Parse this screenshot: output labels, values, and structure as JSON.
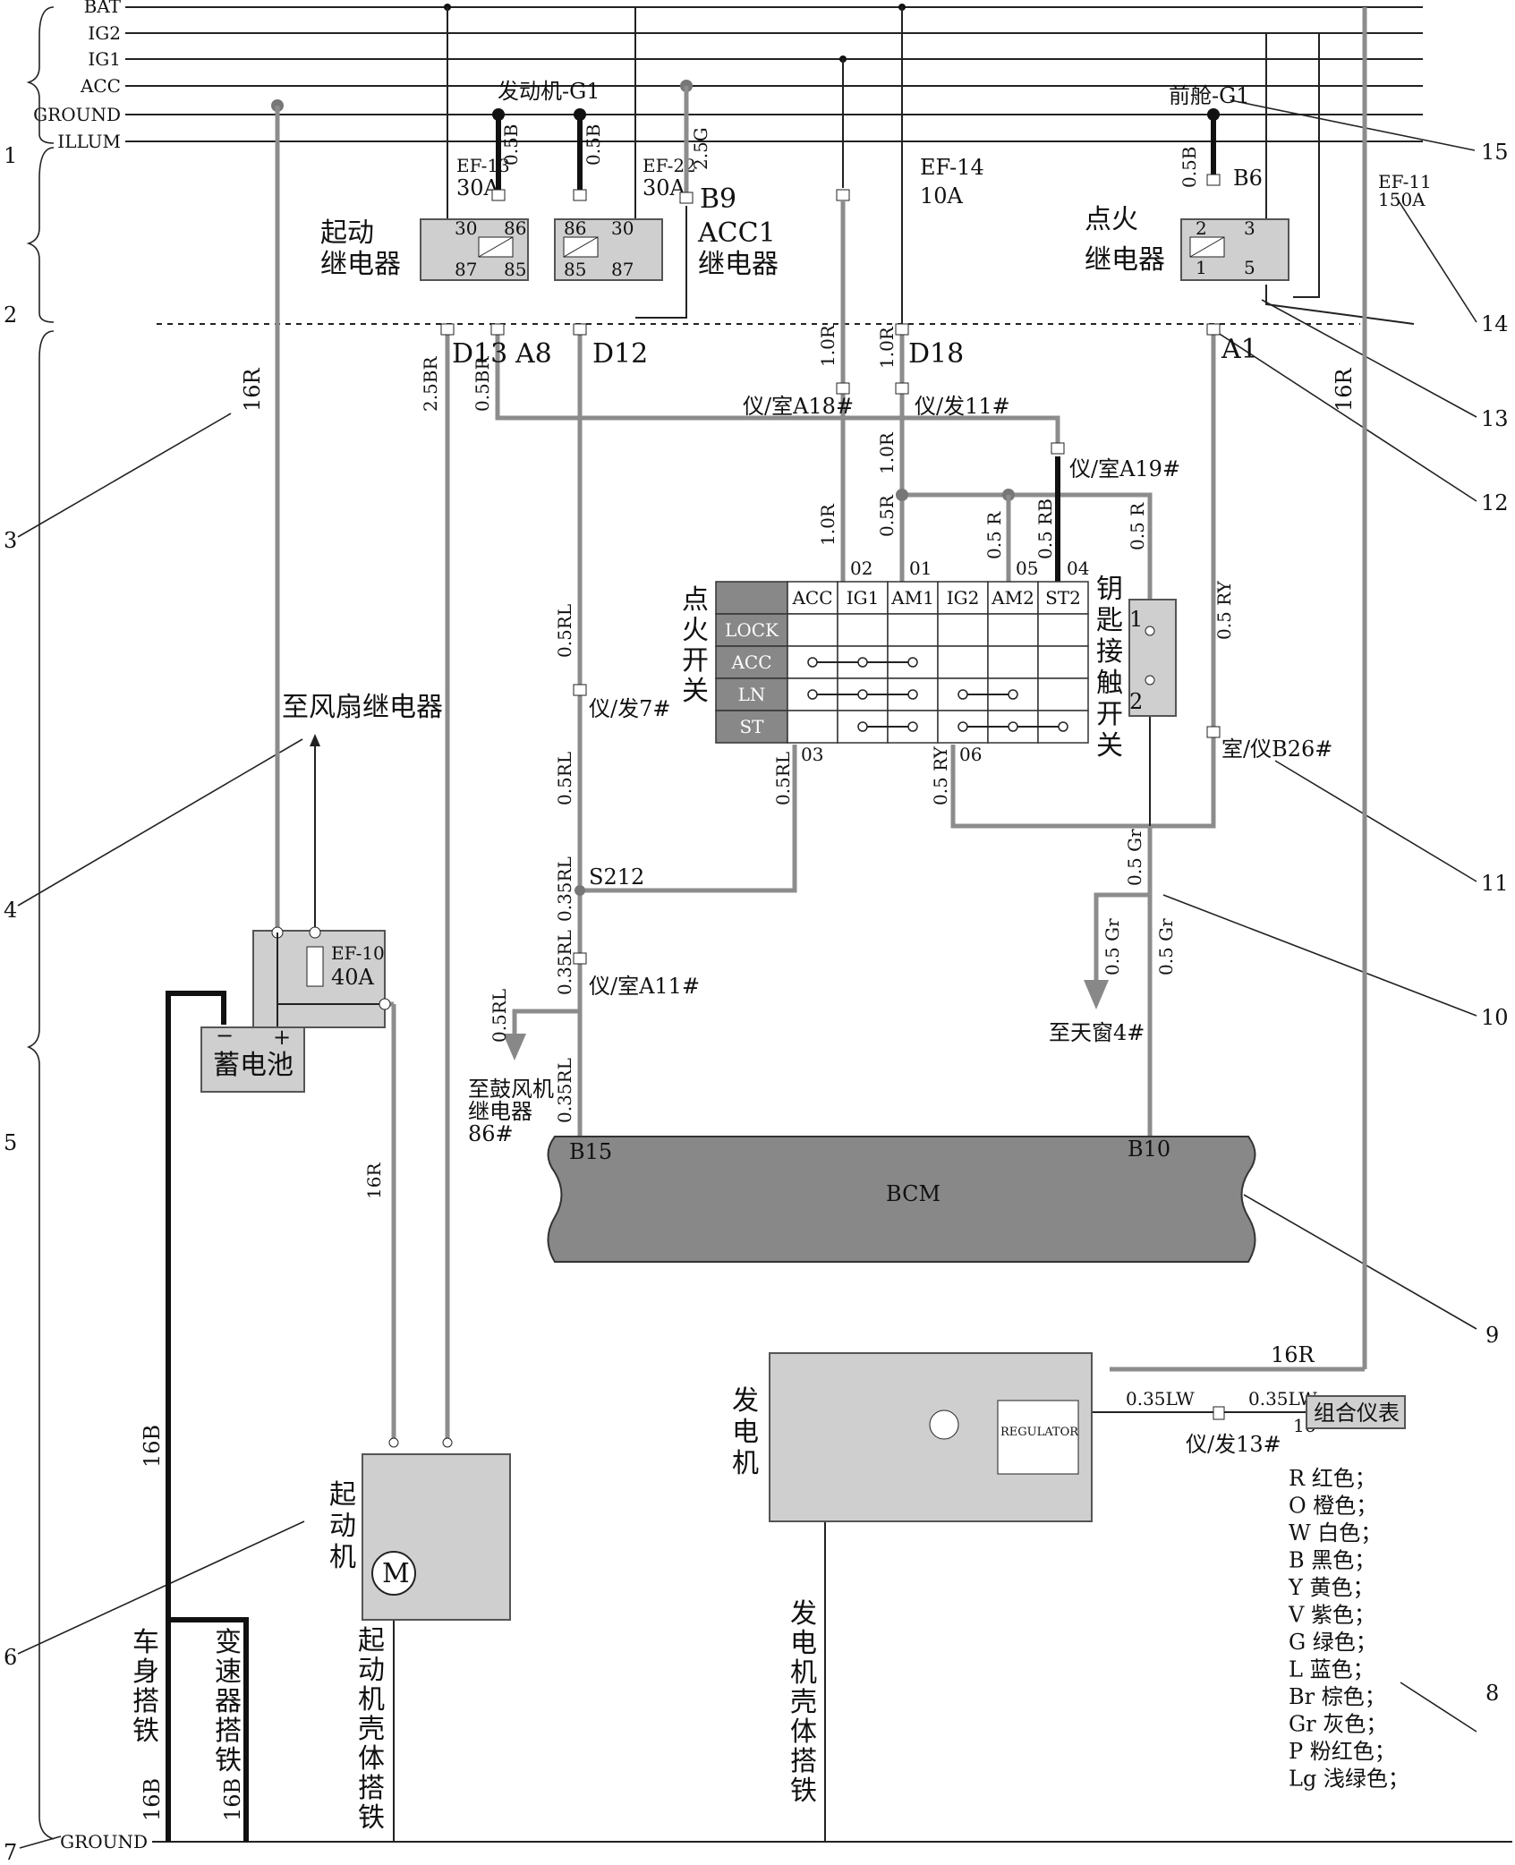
{
  "rails": [
    "BAT",
    "IG2",
    "IG1",
    "ACC",
    "GROUND",
    "ILLUM"
  ],
  "bottom_rail": "GROUND",
  "callouts": [
    "1",
    "2",
    "3",
    "4",
    "5",
    "6",
    "7",
    "8",
    "9",
    "10",
    "11",
    "12",
    "13",
    "14",
    "15"
  ],
  "grounds": {
    "engine": "发动机-G1",
    "front": "前舱-G1"
  },
  "fuses": {
    "ef13": {
      "name": "EF-13",
      "rating": "30A"
    },
    "ef22": {
      "name": "EF-22",
      "rating": "30A"
    },
    "ef14": {
      "name": "EF-14",
      "rating": "10A"
    },
    "ef11": {
      "name": "EF-11",
      "rating": "150A"
    },
    "ef10": {
      "name": "EF-10",
      "rating": "40A"
    }
  },
  "relays": {
    "starter": {
      "line1": "起动",
      "line2": "继电器",
      "pins": [
        "30",
        "86",
        "87",
        "85"
      ]
    },
    "acc1": {
      "line1": "ACC1",
      "line2": "继电器",
      "pins": [
        "86",
        "30",
        "85",
        "87"
      ]
    },
    "ignition": {
      "line1": "点火",
      "line2": "继电器",
      "pins": [
        "2",
        "3",
        "1",
        "5"
      ]
    }
  },
  "connectors": {
    "b9": "B9",
    "b6": "B6",
    "d13": "D13",
    "a8": "A8",
    "d12": "D12",
    "d18": "D18",
    "a1": "A1",
    "c_a18": "仪/室A18#",
    "c_f11": "仪/发11#",
    "c_a19": "仪/室A19#",
    "c_f7": "仪/发7#",
    "c_a11": "仪/室A11#",
    "c_b26": "室/仪B26#",
    "c_f13": "仪/发13#",
    "s212": "S212"
  },
  "wires": {
    "w05b_a": "0.5B",
    "w05b_b": "0.5B",
    "w25g": "2.5G",
    "w05b_c": "0.5B",
    "w16r_a": "16R",
    "w16r_b": "16R",
    "w16r_c": "16R",
    "w16r_d": "16R",
    "w25br": "2.5BR",
    "w05br": "0.5BR",
    "w10r_a": "1.0R",
    "w10r_b": "1.0R",
    "w10r_c": "1.0R",
    "w10r_d": "1.0R",
    "w05r_a": "0.5R",
    "w05r_b": "0.5 R",
    "w05rb": "0.5 RB",
    "w05r_c": "0.5 R",
    "w05rl_a": "0.5RL",
    "w05rl_b": "0.5RL",
    "w05rl_c": "0.5RL",
    "w035rl_a": "0.35RL",
    "w035rl_b": "0.35RL",
    "w035rl_c": "0.35RL",
    "w05rl_d": "0.5RL",
    "w05ry_a": "0.5 RY",
    "w05ry_b": "0.5 RY",
    "w05gr_a": "0.5 Gr",
    "w05gr_b": "0.5 Gr",
    "w05gr_c": "0.5 Gr",
    "w035lw_a": "0.35LW",
    "w035lw_b": "0.35LW",
    "w16b_a": "16B",
    "w16b_b": "16B",
    "w16b_c": "16B"
  },
  "ign_switch": {
    "title": [
      "点",
      "火",
      "开",
      "关"
    ],
    "columns": [
      "ACC",
      "IG1",
      "AM1",
      "IG2",
      "AM2",
      "ST2"
    ],
    "rows": [
      "LOCK",
      "ACC",
      "LN",
      "ST"
    ],
    "pins_top": [
      "02",
      "01",
      "05",
      "04"
    ],
    "pins_bottom": [
      "03",
      "06"
    ]
  },
  "key_switch": {
    "title": [
      "钥",
      "匙",
      "接",
      "触",
      "开",
      "关"
    ],
    "pins": [
      "1",
      "2"
    ]
  },
  "to_fan": "至风扇继电器",
  "to_blower": [
    "至鼓风机",
    "继电器",
    "86#"
  ],
  "to_sunroof": "至天窗4#",
  "battery": {
    "label": "蓄电池",
    "minus": "−",
    "plus": "+"
  },
  "bcm": {
    "label": "BCM",
    "pin_left": "B15",
    "pin_right": "B10"
  },
  "generator": {
    "label": [
      "发",
      "电",
      "机"
    ],
    "regulator": "REGULATOR"
  },
  "cluster": {
    "label": "组合仪表",
    "pin": "16"
  },
  "starter": {
    "label": [
      "起",
      "动",
      "机"
    ],
    "motor": "M"
  },
  "grounds_text": {
    "body": [
      "车",
      "身",
      "搭",
      "铁"
    ],
    "trans": [
      "变",
      "速",
      "器",
      "搭",
      "铁"
    ],
    "starter_case": [
      "起",
      "动",
      "机",
      "壳",
      "体",
      "搭",
      "铁"
    ],
    "gen_case": [
      "发",
      "电",
      "机",
      "壳",
      "体",
      "搭",
      "铁"
    ]
  },
  "legend": [
    "R 红色；",
    "O 橙色；",
    "W 白色；",
    "B 黑色；",
    "Y 黄色；",
    "V 紫色；",
    "G 绿色；",
    "L 蓝色；",
    "Br 棕色；",
    "Gr 灰色；",
    "P 粉红色；",
    "Lg 浅绿色；"
  ]
}
